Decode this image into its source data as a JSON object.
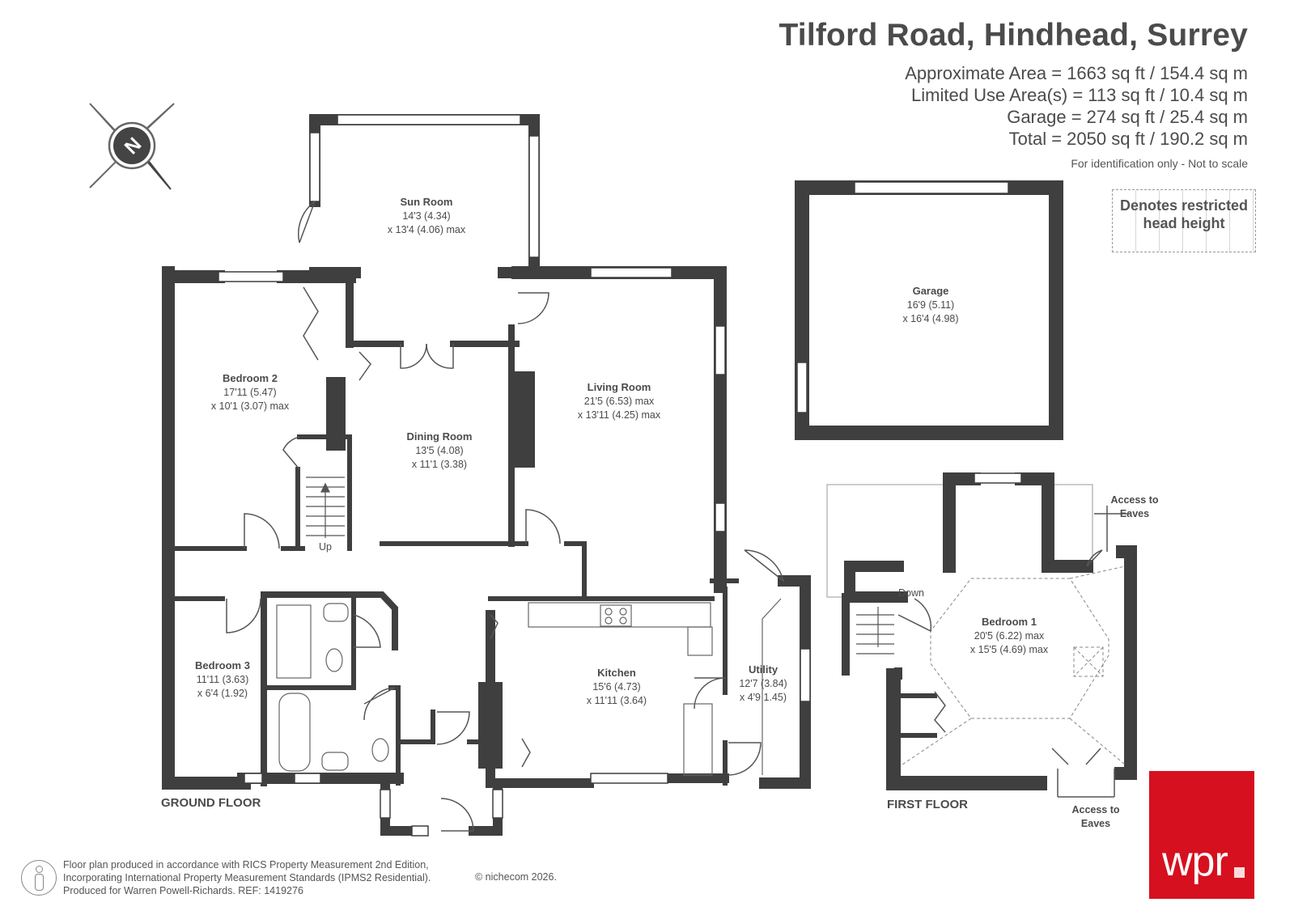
{
  "header": {
    "title": "Tilford Road, Hindhead, Surrey",
    "areas": [
      "Approximate Area = 1663 sq ft / 154.4 sq m",
      "Limited Use Area(s) = 113 sq ft / 10.4 sq m",
      "Garage = 274 sq ft / 25.4 sq m",
      "Total = 2050 sq ft / 190.2 sq m"
    ],
    "note": "For identification only - Not to scale"
  },
  "legend": {
    "line1": "Denotes restricted",
    "line2": "head height"
  },
  "compass": {
    "label": "N"
  },
  "rooms": {
    "sun_room": {
      "name": "Sun Room",
      "dim1": "14'3 (4.34)",
      "dim2": "x 13'4 (4.06) max"
    },
    "bedroom2": {
      "name": "Bedroom 2",
      "dim1": "17'11 (5.47)",
      "dim2": "x 10'1 (3.07) max"
    },
    "dining_room": {
      "name": "Dining Room",
      "dim1": "13'5 (4.08)",
      "dim2": "x 11'1 (3.38)"
    },
    "living_room": {
      "name": "Living Room",
      "dim1": "21'5 (6.53) max",
      "dim2": "x 13'11 (4.25) max"
    },
    "garage": {
      "name": "Garage",
      "dim1": "16'9 (5.11)",
      "dim2": "x 16'4 (4.98)"
    },
    "bedroom3": {
      "name": "Bedroom 3",
      "dim1": "11'11 (3.63)",
      "dim2": "x 6'4 (1.92)"
    },
    "kitchen": {
      "name": "Kitchen",
      "dim1": "15'6 (4.73)",
      "dim2": "x 11'11 (3.64)"
    },
    "utility": {
      "name": "Utility",
      "dim1": "12'7 (3.84)",
      "dim2": "x 4'9 1.45)"
    },
    "bedroom1": {
      "name": "Bedroom 1",
      "dim1": "20'5 (6.22) max",
      "dim2": "x 15'5 (4.69) max"
    }
  },
  "labels": {
    "up": "Up",
    "down": "Down",
    "access_top": [
      "Access to",
      "Eaves"
    ],
    "access_bottom": [
      "Access to",
      "Eaves"
    ],
    "ground_floor": "GROUND FLOOR",
    "first_floor": "FIRST FLOOR"
  },
  "footer": {
    "line1": "Floor plan produced in accordance with RICS Property Measurement 2nd Edition,",
    "line2": "Incorporating International Property Measurement Standards (IPMS2 Residential).",
    "line3": "Produced for Warren Powell-Richards.   REF: 1419276",
    "copyright": "© nichecom 2026."
  },
  "logo": {
    "text": "wpr",
    "color": "#d6101e"
  },
  "colors": {
    "wall": "#3f3f3f",
    "accent": "#d6101e"
  }
}
